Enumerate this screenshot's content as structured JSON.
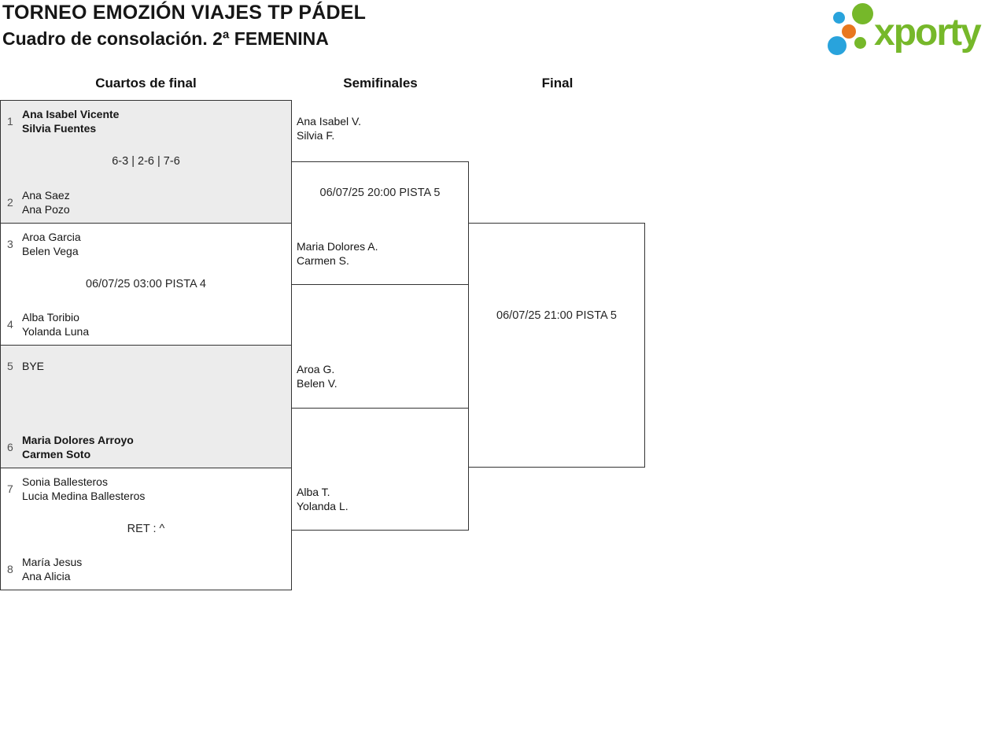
{
  "header": {
    "title": "TORNEO EMOZIÓN VIAJES TP PÁDEL",
    "subtitle": "Cuadro de consolación. 2ª FEMENINA",
    "logo_text": "xporty"
  },
  "colors": {
    "logo_green": "#76b82a",
    "logo_blue": "#29a3dc",
    "logo_orange": "#e8771e",
    "shaded_cell": "#ececec",
    "border": "#333333"
  },
  "round_headers": {
    "quarterfinals": "Cuartos de final",
    "semifinals": "Semifinales",
    "final": "Final"
  },
  "quarterfinals": [
    {
      "seed_top": "1",
      "team_top": {
        "name1": "Ana Isabel Vicente",
        "name2": "Silvia Fuentes"
      },
      "note": "6-3 | 2-6 | 7-6",
      "seed_bottom": "2",
      "team_bottom": {
        "name1": "Ana Saez",
        "name2": "Ana Pozo"
      }
    },
    {
      "seed_top": "3",
      "team_top": {
        "name1": "Aroa Garcia",
        "name2": "Belen Vega"
      },
      "note": "06/07/25 03:00 PISTA 4",
      "seed_bottom": "4",
      "team_bottom": {
        "name1": "Alba Toribio",
        "name2": "Yolanda Luna"
      }
    },
    {
      "seed_top": "5",
      "team_top": {
        "name1": "BYE",
        "name2": ""
      },
      "note": "",
      "seed_bottom": "6",
      "team_bottom": {
        "name1": "Maria Dolores Arroyo",
        "name2": "Carmen Soto"
      }
    },
    {
      "seed_top": "7",
      "team_top": {
        "name1": "Sonia Ballesteros",
        "name2": "Lucia Medina Ballesteros"
      },
      "note": "RET : ^",
      "seed_bottom": "8",
      "team_bottom": {
        "name1": "María Jesus",
        "name2": "Ana Alicia"
      }
    }
  ],
  "semifinals": [
    {
      "team_top": {
        "name1": "Ana Isabel V.",
        "name2": "Silvia F."
      },
      "note": "06/07/25 20:00 PISTA 5",
      "team_bottom": {
        "name1": "Maria Dolores A.",
        "name2": "Carmen S."
      }
    },
    {
      "team_top": {
        "name1": "Aroa G.",
        "name2": "Belen V."
      },
      "note": "",
      "team_bottom": {
        "name1": "Alba T.",
        "name2": "Yolanda L."
      }
    }
  ],
  "final": {
    "note": "06/07/25 21:00 PISTA 5"
  }
}
